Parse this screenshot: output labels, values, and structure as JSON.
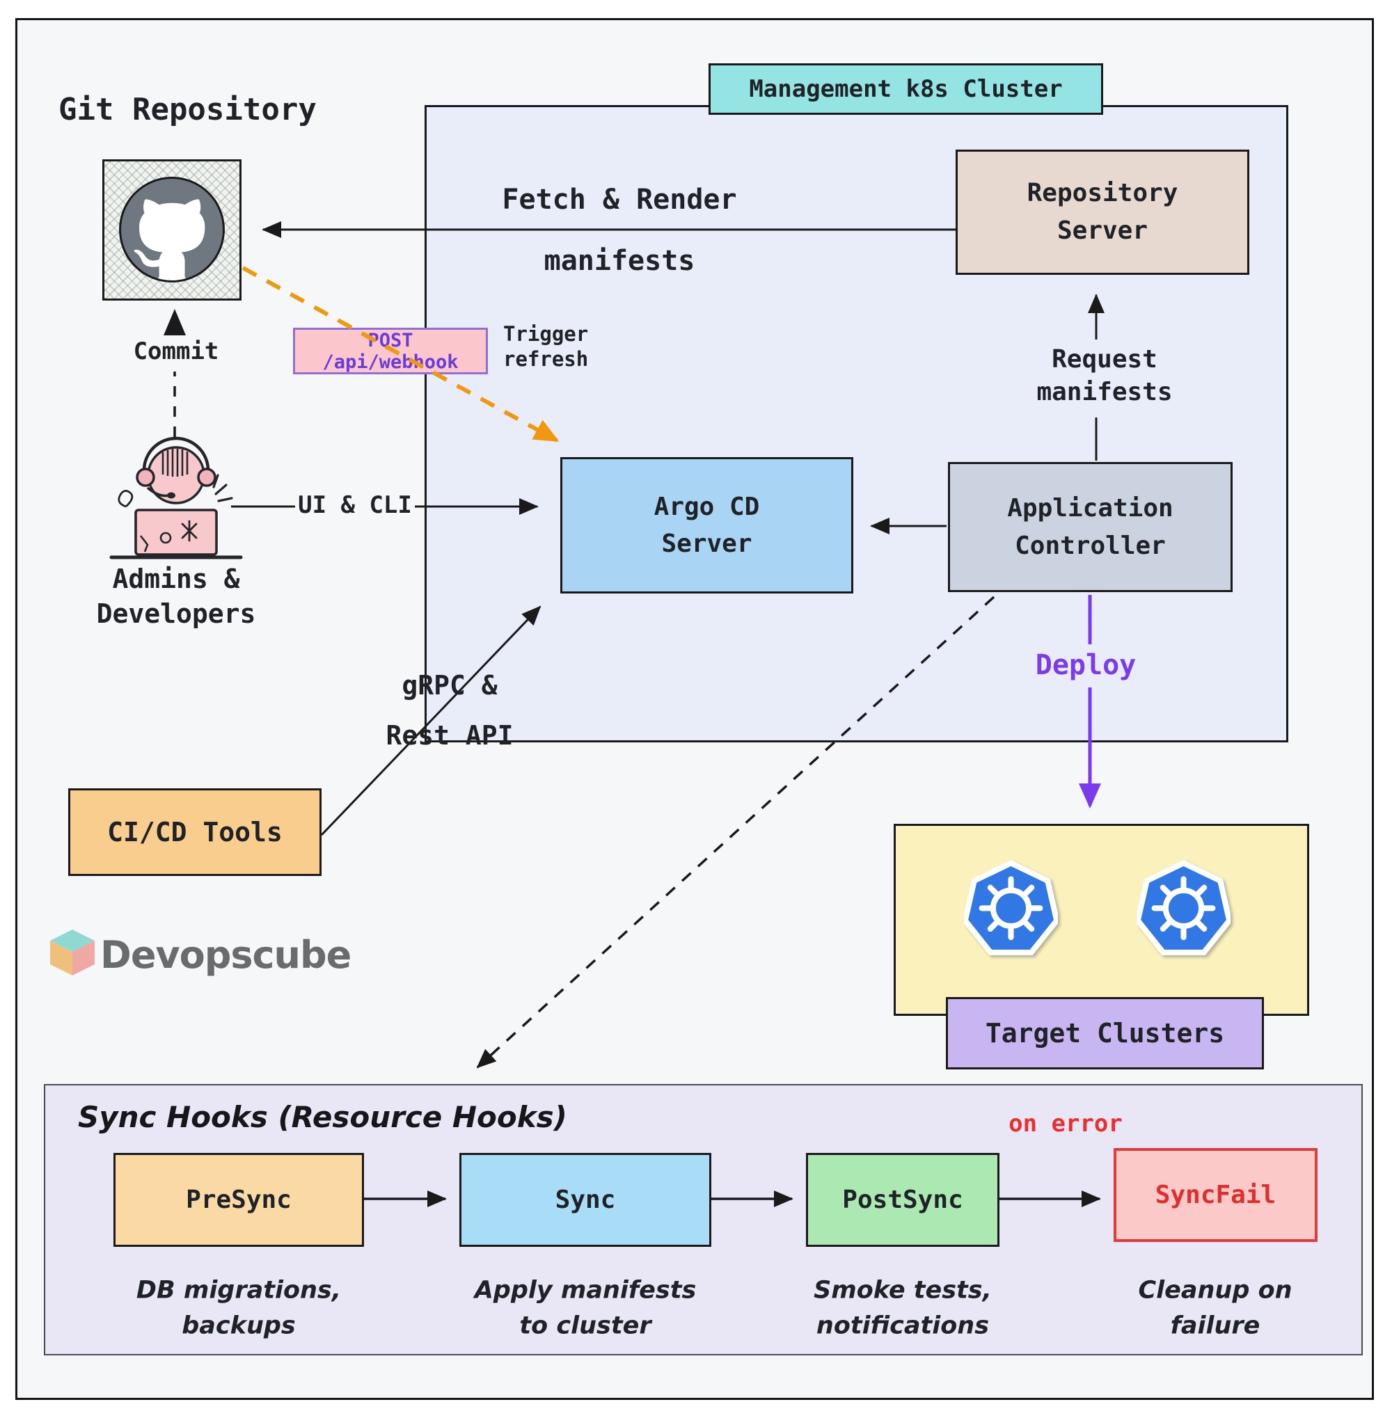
{
  "colors": {
    "page_bg": "#f6f7f9",
    "management_fill": "#e9edf9",
    "management_title_fill": "#93e4e2",
    "repository_server_fill": "#e7d8d0",
    "argo_fill": "#a9d4f4",
    "app_controller_fill": "#ccd3e0",
    "cicd_fill": "#f9cd8e",
    "webhook_fill": "#fbc6cc",
    "webhook_border": "#9070d8",
    "webhook_text": "#6a3bd8",
    "target_box_fill": "#faf1bd",
    "target_label_fill": "#c7b6f2",
    "panel_fill": "#e9e7f5",
    "presync_fill": "#fbd9a4",
    "sync_fill": "#a9dcf6",
    "postsync_fill": "#ace8b2",
    "syncfail_fill": "#fcc9c9",
    "syncfail_border": "#e23b3b",
    "syncfail_text": "#e02d2d",
    "orange_arrow": "#f0990e",
    "deploy_purple": "#7c3aed",
    "on_error_red": "#e8312f",
    "kubernetes_blue": "#3178e4",
    "github_gray": "#6f7780",
    "logo_gray": "#6a6b6d"
  },
  "header": {
    "git_repository_label": "Git Repository",
    "management_cluster_title": "Management k8s Cluster"
  },
  "nodes": {
    "repository_server": "Repository\nServer",
    "argo_cd_server": "Argo CD\nServer",
    "application_controller": "Application\nController",
    "cicd_tools": "CI/CD Tools",
    "target_clusters": "Target Clusters",
    "admins_developers": "Admins &\nDevelopers"
  },
  "edges": {
    "fetch_render": "Fetch & Render\nmanifests",
    "commit": "Commit",
    "webhook": "POST /api/webhook",
    "trigger_refresh": "Trigger\nrefresh",
    "ui_cli": "UI & CLI",
    "request_manifests": "Request\nmanifests",
    "grpc_rest": "gRPC &\nRest API",
    "deploy": "Deploy",
    "on_error": "on error"
  },
  "sync_hooks": {
    "title": "Sync Hooks (Resource Hooks)",
    "steps": [
      {
        "name": "PreSync",
        "caption": "DB migrations,\nbackups"
      },
      {
        "name": "Sync",
        "caption": "Apply manifests\nto cluster"
      },
      {
        "name": "PostSync",
        "caption": "Smoke tests,\nnotifications"
      },
      {
        "name": "SyncFail",
        "caption": "Cleanup on\nfailure"
      }
    ]
  },
  "branding": {
    "logo_text": "Devopscube"
  }
}
